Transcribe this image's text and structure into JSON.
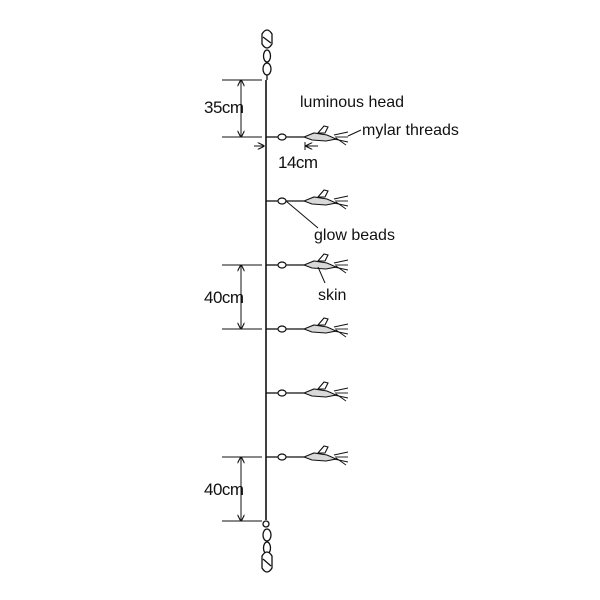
{
  "labels": {
    "luminous_head": "luminous head",
    "mylar_threads": "mylar threads",
    "glow_beads": "glow beads",
    "skin": "skin"
  },
  "dimensions": {
    "top_spacing": "35cm",
    "branch_length": "14cm",
    "middle_spacing": "40cm",
    "bottom_spacing": "40cm"
  },
  "rig": {
    "branch_count": 6
  },
  "colors": {
    "line": "#111111",
    "lure_fill": "#d9d9d9",
    "background": "#ffffff"
  },
  "icons": [
    "swivel-top-icon",
    "swivel-bottom-icon",
    "lure-icon"
  ]
}
